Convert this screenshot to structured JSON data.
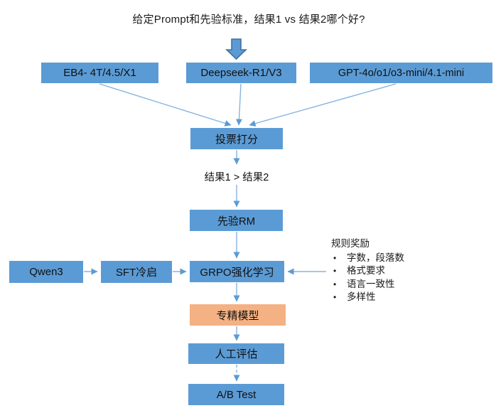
{
  "title": "给定Prompt和先验标准，结果1 vs 结果2哪个好?",
  "colors": {
    "node_blue": "#5B9BD5",
    "node_orange": "#F4B183",
    "connector_blue": "#85B3E2",
    "arrowhead_blue": "#5B9BD5",
    "block_arrow_fill": "#5B9BD5",
    "block_arrow_border": "#41719C"
  },
  "nodes": {
    "eb4": {
      "label": "EB4- 4T/4.5/X1"
    },
    "deepseek": {
      "label": "Deepseek-R1/V3"
    },
    "gpt": {
      "label": "GPT-4o/o1/o3-mini/4.1-mini"
    },
    "vote": {
      "label": "投票打分"
    },
    "result": {
      "label": "结果1 > 结果2"
    },
    "prior_rm": {
      "label": "先验RM"
    },
    "qwen3": {
      "label": "Qwen3"
    },
    "sft": {
      "label": "SFT冷启"
    },
    "grpo": {
      "label": "GRPO强化学习"
    },
    "expert": {
      "label": "专精模型"
    },
    "human_eval": {
      "label": "人工评估"
    },
    "ab_test": {
      "label": "A/B Test"
    }
  },
  "rule_rewards": {
    "title": "规则奖励",
    "items": [
      "字数，段落数",
      "格式要求",
      "语言一致性",
      "多样性"
    ]
  }
}
